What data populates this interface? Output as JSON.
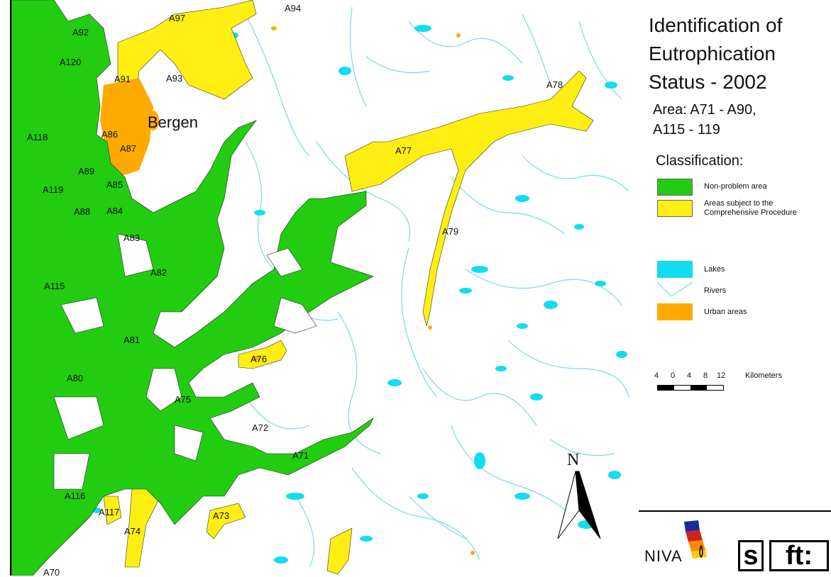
{
  "legend": {
    "title_lines": [
      "Identification of",
      "Eutrophication",
      "Status - 2002"
    ],
    "area_lines": [
      "Area: A71 - A90,",
      "A115 - 119"
    ],
    "classification_heading": "Classification:",
    "classes": [
      {
        "label": "Non-problem area",
        "color": "#22cc11"
      },
      {
        "label_lines": [
          "Areas subject to the",
          "Comprehensive Procedure"
        ],
        "color": "#ffee11"
      }
    ],
    "features": [
      {
        "label": "Lakes",
        "color": "#11ddee"
      },
      {
        "label": "Rivers",
        "color": "#7fd6ea"
      },
      {
        "label": "Urban areas",
        "color": "#ffaa00"
      }
    ],
    "scale": {
      "ticks": [
        "4",
        "0",
        "4",
        "8",
        "12"
      ],
      "unit": "Kilometers"
    }
  },
  "map": {
    "city": "Bergen",
    "north_label": "N",
    "colors": {
      "nonproblem": "#22cc11",
      "procedure": "#ffee11",
      "lakes": "#11ddee",
      "rivers": "#7fd6ea",
      "urban": "#ffaa00"
    },
    "area_labels": [
      "A92",
      "A120",
      "A97",
      "A94",
      "A91",
      "A93",
      "A78",
      "A118",
      "A86",
      "A87",
      "A77",
      "A89",
      "A85",
      "A119",
      "A88",
      "A84",
      "A79",
      "A83",
      "A82",
      "A115",
      "A81",
      "A76",
      "A80",
      "A75",
      "A72",
      "A71",
      "A116",
      "A117",
      "A74",
      "A73",
      "A70"
    ]
  },
  "logos": {
    "niva": "NIVA",
    "sft_letters": [
      "s",
      "ft:"
    ]
  }
}
